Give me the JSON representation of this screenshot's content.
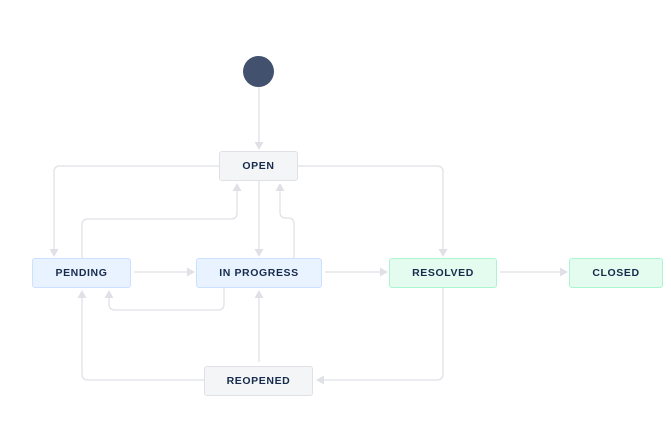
{
  "diagram": {
    "statuses": {
      "open": "OPEN",
      "pending": "PENDING",
      "in_progress": "IN PROGRESS",
      "resolved": "RESOLVED",
      "closed": "CLOSED",
      "reopened": "REOPENED"
    },
    "colors": {
      "start_node": "#42526e",
      "todo_fill": "#f4f5f7",
      "in_progress_fill": "#e9f2ff",
      "done_fill": "#e3fcef",
      "connector": "#dfe1e6",
      "label_text": "#172b4d"
    },
    "transitions": [
      {
        "from": "start",
        "to": "OPEN"
      },
      {
        "from": "OPEN",
        "to": "PENDING"
      },
      {
        "from": "OPEN",
        "to": "IN PROGRESS"
      },
      {
        "from": "OPEN",
        "to": "RESOLVED"
      },
      {
        "from": "PENDING",
        "to": "OPEN"
      },
      {
        "from": "PENDING",
        "to": "IN PROGRESS"
      },
      {
        "from": "IN PROGRESS",
        "to": "OPEN"
      },
      {
        "from": "IN PROGRESS",
        "to": "PENDING"
      },
      {
        "from": "IN PROGRESS",
        "to": "RESOLVED"
      },
      {
        "from": "RESOLVED",
        "to": "CLOSED"
      },
      {
        "from": "RESOLVED",
        "to": "REOPENED"
      },
      {
        "from": "REOPENED",
        "to": "PENDING"
      },
      {
        "from": "REOPENED",
        "to": "IN PROGRESS"
      }
    ]
  }
}
